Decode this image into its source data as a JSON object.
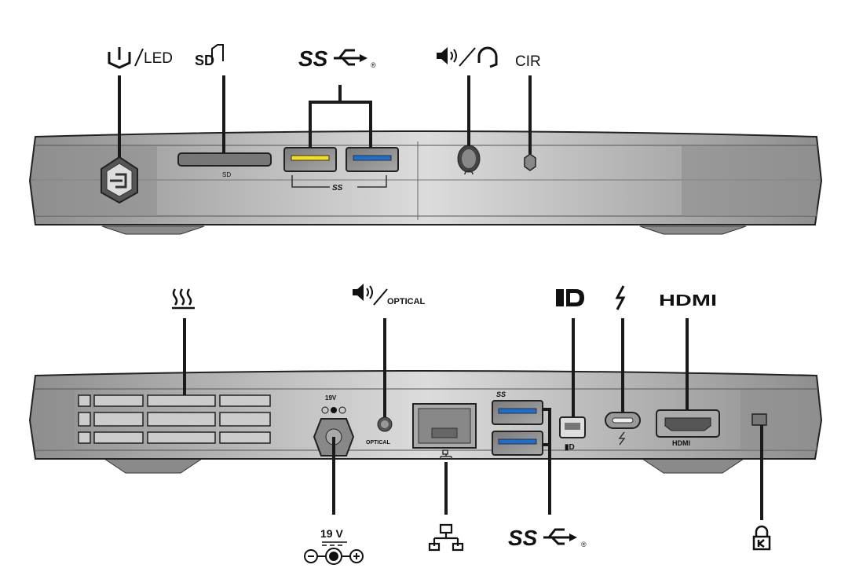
{
  "front": {
    "labels": {
      "power_led": "LED",
      "sd": "SD",
      "usb_ss": "SS",
      "usb_registered": "®",
      "cir": "CIR"
    },
    "panel_marks": {
      "sd": "SD",
      "usb_ss": "SS"
    }
  },
  "back": {
    "labels": {
      "optical": "OPTICAL",
      "dc_voltage": "19 V",
      "usb_ss": "SS",
      "usb_registered": "®",
      "hdmi": "HDMI"
    },
    "panel_marks": {
      "dc_voltage": "19V",
      "optical": "OPTICAL",
      "usb_ss": "SS",
      "hdmi": "HDMI"
    }
  },
  "colors": {
    "usb_yellow": "#f3e01a",
    "usb_blue": "#1a6fd0",
    "body": "#a9a9a9"
  }
}
